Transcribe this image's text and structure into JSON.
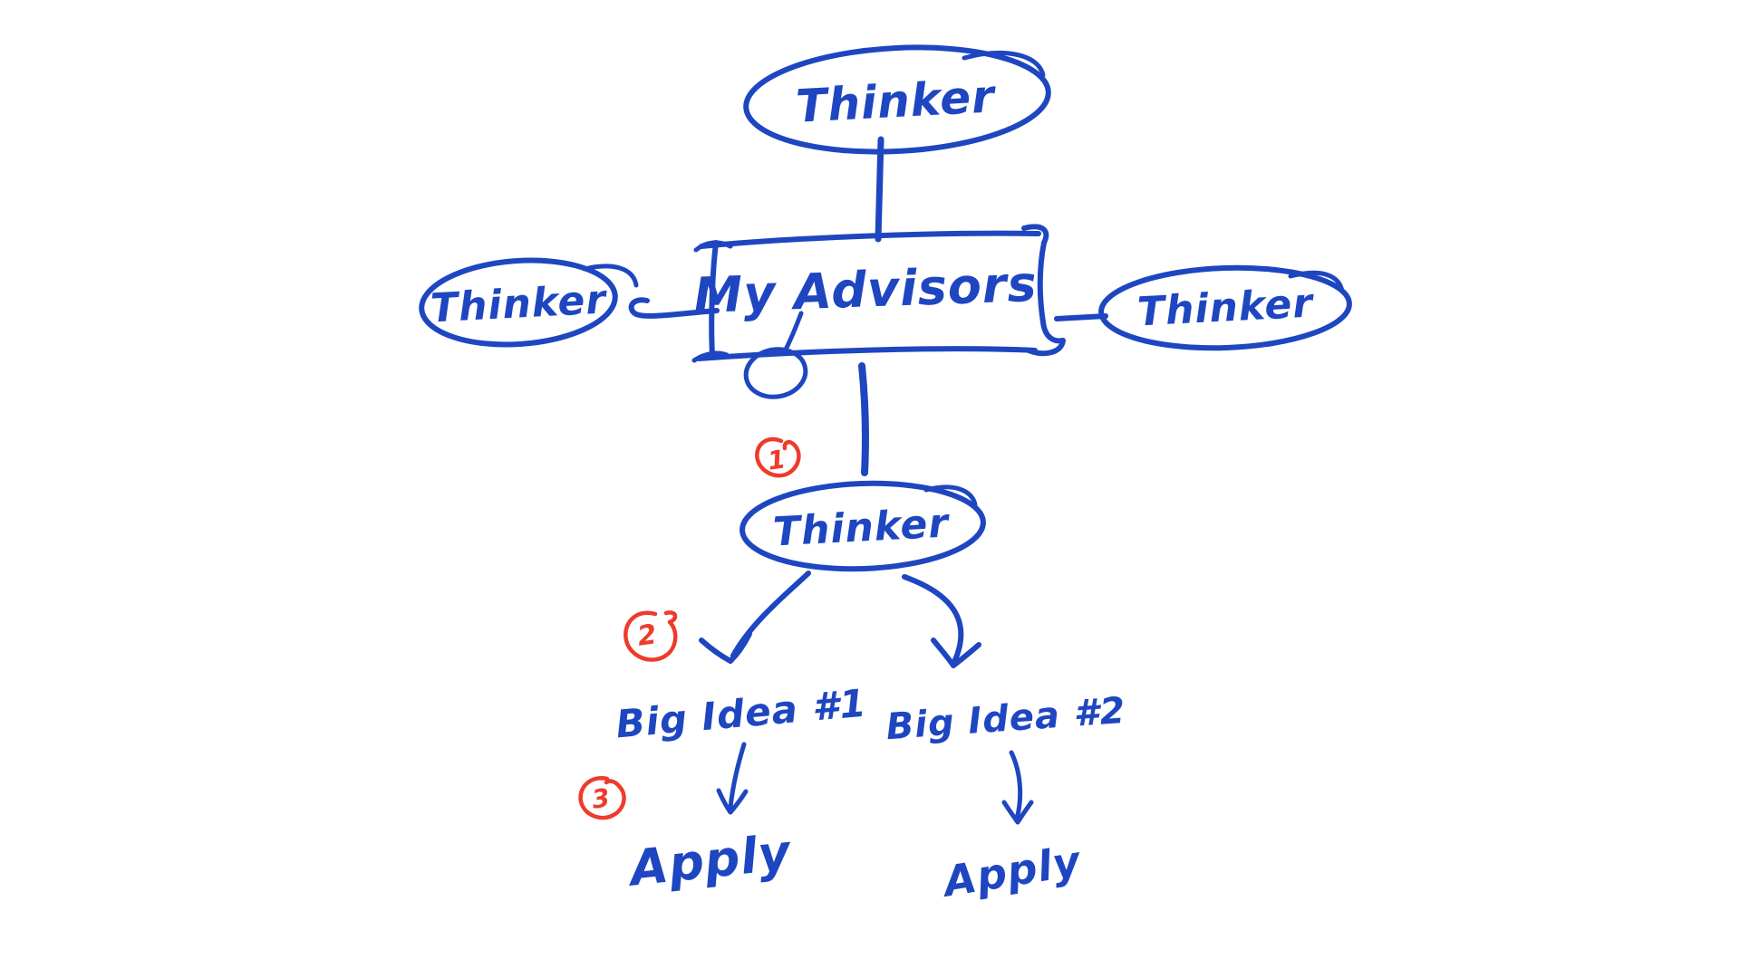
{
  "diagram": {
    "colors": {
      "ink": "#1e46c0",
      "accent": "#ee3b2c",
      "background": "#ffffff"
    },
    "center": {
      "label": "My Advisors"
    },
    "thinkers": {
      "top": "Thinker",
      "left": "Thinker",
      "right": "Thinker",
      "bottom": "Thinker"
    },
    "ideas": {
      "first": "Big Idea #1",
      "second": "Big Idea #2"
    },
    "applies": {
      "first": "Apply",
      "second": "Apply"
    },
    "steps": {
      "one": "1",
      "two": "2",
      "three": "3"
    }
  }
}
